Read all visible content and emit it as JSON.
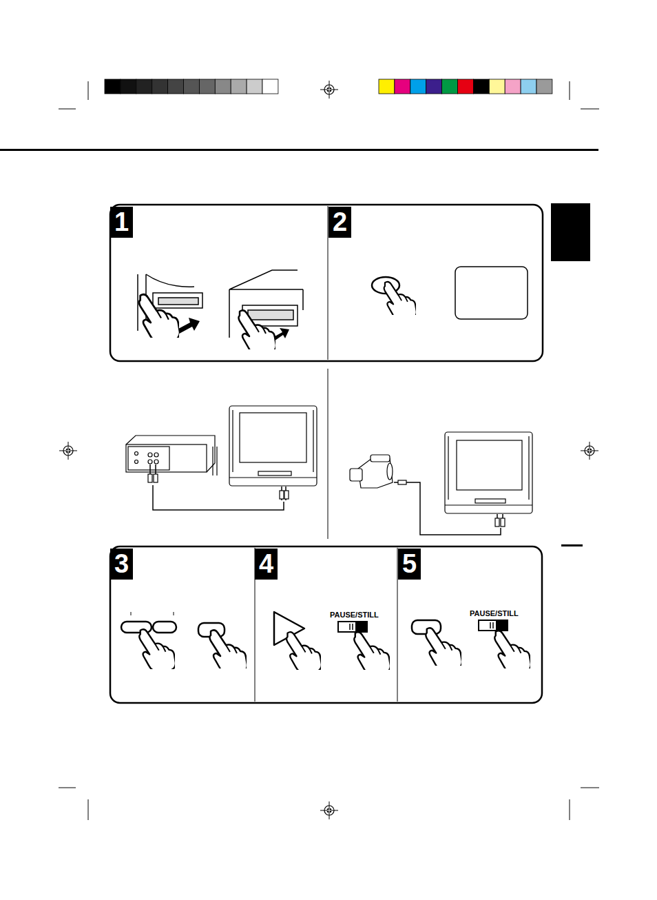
{
  "diagram": {
    "nodes": [
      {
        "text": [
          "1"
        ]
      },
      {
        "text": [
          "2"
        ]
      },
      {
        "text": [
          "3"
        ]
      },
      {
        "text": [
          "4"
        ]
      },
      {
        "text": [
          "5"
        ]
      }
    ],
    "labels": [
      "PAUSE/STILL",
      "PAUSE/STILL"
    ]
  }
}
